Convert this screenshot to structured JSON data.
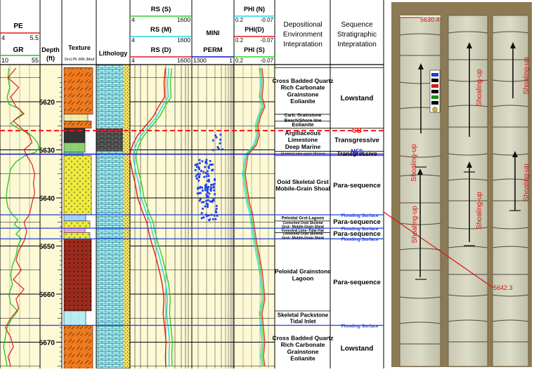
{
  "headers": {
    "pe": {
      "label": "PE",
      "min": "4",
      "max": "5.5"
    },
    "gr": {
      "label": "GR",
      "min": "10",
      "max": "55"
    },
    "depth": {
      "line1": "Depth",
      "line2": "(ft)"
    },
    "texture": {
      "label": "Texture",
      "sub": "Grs|  Pk  |Wk  |Mud"
    },
    "lithology": {
      "label": "Lithology"
    },
    "rs_s": {
      "label": "RS (S)",
      "min": "4",
      "max": "1600"
    },
    "rs_m": {
      "label": "RS (M)",
      "min": "4",
      "max": "1600"
    },
    "rs_d": {
      "label": "RS (D)",
      "min": "4",
      "max": "1600"
    },
    "mini": {
      "label": "MINI"
    },
    "perm": {
      "label": "PERM",
      "min": "1300",
      "max": "1"
    },
    "phi_n": {
      "label": "PHI (N)",
      "min": "0.2",
      "max": "-0.07"
    },
    "phi_d": {
      "label": "PHI(D)",
      "min": "0.2",
      "max": "-0.07"
    },
    "phi_s": {
      "label": "PHI (S)",
      "min": "0.2",
      "max": "-0.07"
    },
    "dep_env": {
      "lines": [
        "Depositional",
        "Environment",
        "Intepratation"
      ]
    },
    "seq_strat": {
      "lines": [
        "Sequence",
        "Stratigraphic",
        "Intepratation"
      ]
    }
  },
  "depth_ticks": [
    "5620",
    "5630",
    "5640",
    "5650",
    "5660",
    "5670"
  ],
  "environments": [
    {
      "lines": [
        "Cross Badded Quartz",
        "Rich Carbonate",
        "Grainstone",
        "Eolianite"
      ]
    },
    {
      "lines": [
        "Carb. Grainstone",
        "Beach/Shore line"
      ]
    },
    {
      "lines": [
        "Eolianite"
      ]
    },
    {
      "lines": [
        "Argillaceous",
        "Limestone",
        "Deep Marine"
      ]
    },
    {
      "lines": [
        "Skeletal wke-open Marine"
      ]
    },
    {
      "lines": [
        "Ooid Skeletal Grst",
        "Mobile-Grain Shoal"
      ]
    },
    {
      "lines": [
        "Peloidal Grst-Lagoon"
      ]
    },
    {
      "lines": [
        "Cemented Ooid Skeletal",
        "Grst– Mobile-Grain Sheal"
      ]
    },
    {
      "lines": [
        "Fenestral Lime–Tidal Flat"
      ]
    },
    {
      "lines": [
        "Cemented Ooid Skeletal",
        "Grst– Mobile-Grain Sheal"
      ]
    },
    {
      "lines": [
        "Peloidal Grainstone",
        "Lagoon"
      ]
    },
    {
      "lines": [
        "Skeletal Packstone",
        "Tidal Inlet"
      ]
    },
    {
      "lines": [
        "Cross Badded Quartz",
        "Rich Carbonate",
        "Grainstone",
        "Eolianite"
      ]
    }
  ],
  "sequences": [
    {
      "label": "Lowstand"
    },
    {
      "label": "Transgressive"
    },
    {
      "label": "Transgressive"
    },
    {
      "label": "Para-sequence"
    },
    {
      "label": "Para-sequence"
    },
    {
      "label": "Para-sequence"
    },
    {
      "label": "Para-sequence"
    },
    {
      "label": "Lowstand"
    }
  ],
  "surfaces": {
    "sb": "SB",
    "mfs": "MFS",
    "flooding": "Flooding Surface"
  },
  "core": {
    "top_depth": "5630.4",
    "bottom_depth": "5642.3",
    "annotations": [
      "Shoaling-up",
      "Shoaling-up",
      "Shoaling-up",
      "Shoaling-up",
      "Shoaling-up",
      "Shoaling-up"
    ]
  },
  "colors": {
    "track_bg": "#fdf9d5",
    "gr": "#22c81e",
    "pe": "#e01b1b",
    "rs_s": "#2fd02a",
    "rs_m": "#23d7e6",
    "rs_d": "#e01b1b",
    "perm": "#1111cc",
    "points": "#1f3ff0",
    "sb": "#ff1010",
    "mfs": "#1515d0",
    "flood": "#2040d8",
    "core_frame": "#8c7a55"
  }
}
